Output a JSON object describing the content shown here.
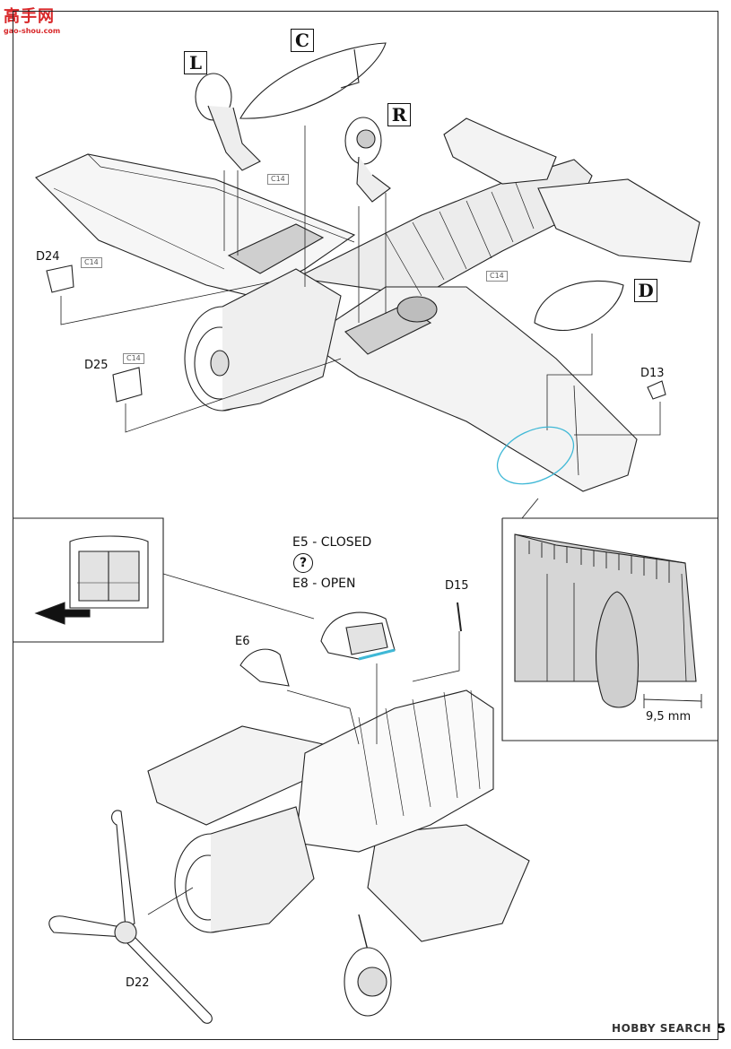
{
  "watermark": {
    "site_name": "高手网",
    "site_url": "gao-shou.com",
    "brand": "HOBBY SEARCH"
  },
  "page": {
    "number": "5"
  },
  "callouts": {
    "L": "L",
    "C": "C",
    "R": "R",
    "D": "D"
  },
  "parts": {
    "d24": "D24",
    "d25": "D25",
    "d13": "D13",
    "d15": "D15",
    "d22": "D22",
    "e6": "E6"
  },
  "refs": {
    "c14_a": "C14",
    "c14_b": "C14",
    "c14_c": "C14",
    "c14_d": "C14"
  },
  "canopy": {
    "closed": "E5 - CLOSED",
    "open": "E8 - OPEN",
    "question": "?"
  },
  "detail": {
    "measure": "9,5 mm"
  },
  "colors": {
    "accent_cyan": "#3fb8d6",
    "ink": "#111111",
    "panel_gray": "#d6d6d6",
    "watermark_red": "#d8282a"
  }
}
